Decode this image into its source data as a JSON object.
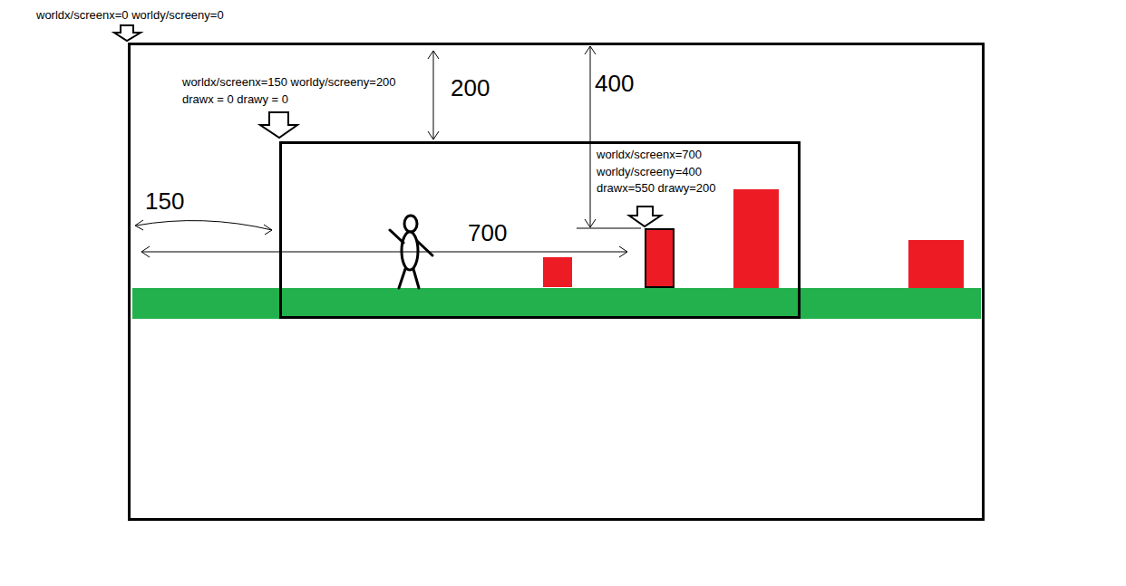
{
  "diagram": {
    "nodes": [
      {
        "text": [
          "worldx/screenx=0 worldy/screeny=0"
        ]
      },
      {
        "text": [
          "worldx/screenx=150 worldy/screeny=200 drawx = 0 drawy = 0"
        ],
        "in": 0
      },
      {
        "text": [
          "worldx/screenx=700 worldy/screeny=400 drawx=550 drawy=200"
        ],
        "in": 1
      }
    ],
    "labels": [
      "200",
      "400",
      "150",
      "700"
    ]
  }
}
